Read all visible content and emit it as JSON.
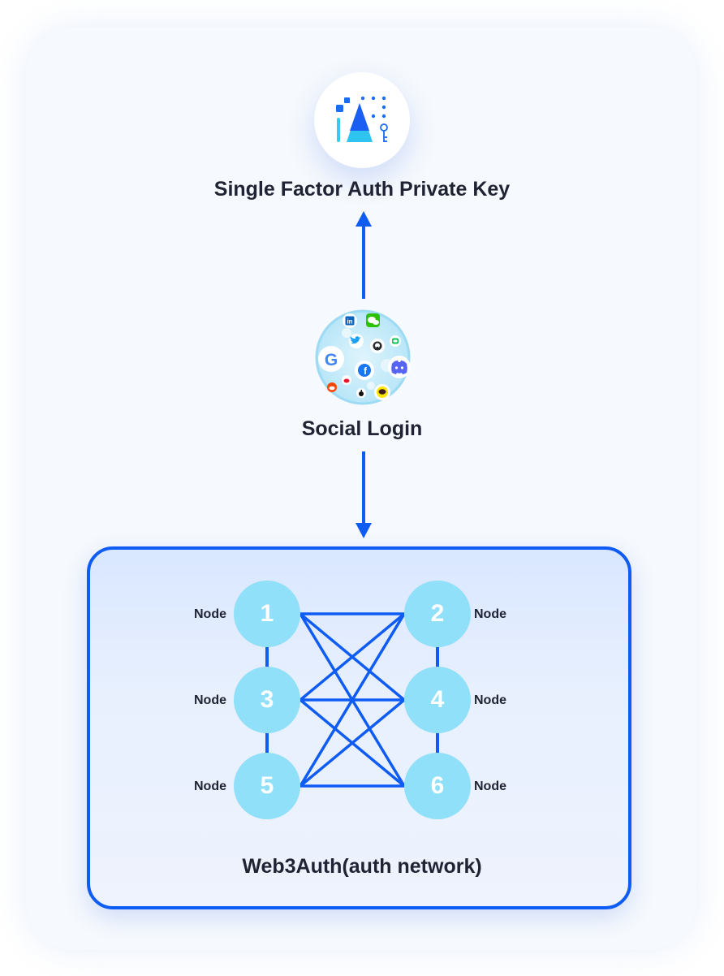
{
  "top": {
    "logo_icon": "web3auth-sfa-key-icon",
    "title": "Single Factor Auth Private Key"
  },
  "social": {
    "title": "Social Login",
    "icons": [
      "google-icon",
      "linkedin-icon",
      "wechat-icon",
      "twitter-icon",
      "github-icon",
      "line-icon",
      "facebook-icon",
      "discord-icon",
      "reddit-icon",
      "weibo-icon",
      "apple-icon",
      "kakao-icon"
    ]
  },
  "network": {
    "title": "Web3Auth(auth network)",
    "nodes": [
      {
        "number": "1",
        "label": "Node"
      },
      {
        "number": "2",
        "label": "Node"
      },
      {
        "number": "3",
        "label": "Node"
      },
      {
        "number": "4",
        "label": "Node"
      },
      {
        "number": "5",
        "label": "Node"
      },
      {
        "number": "6",
        "label": "Node"
      }
    ]
  },
  "colors": {
    "accent": "#0f5cf5",
    "node_fill": "#8fe0f8",
    "text": "#1f2333"
  }
}
